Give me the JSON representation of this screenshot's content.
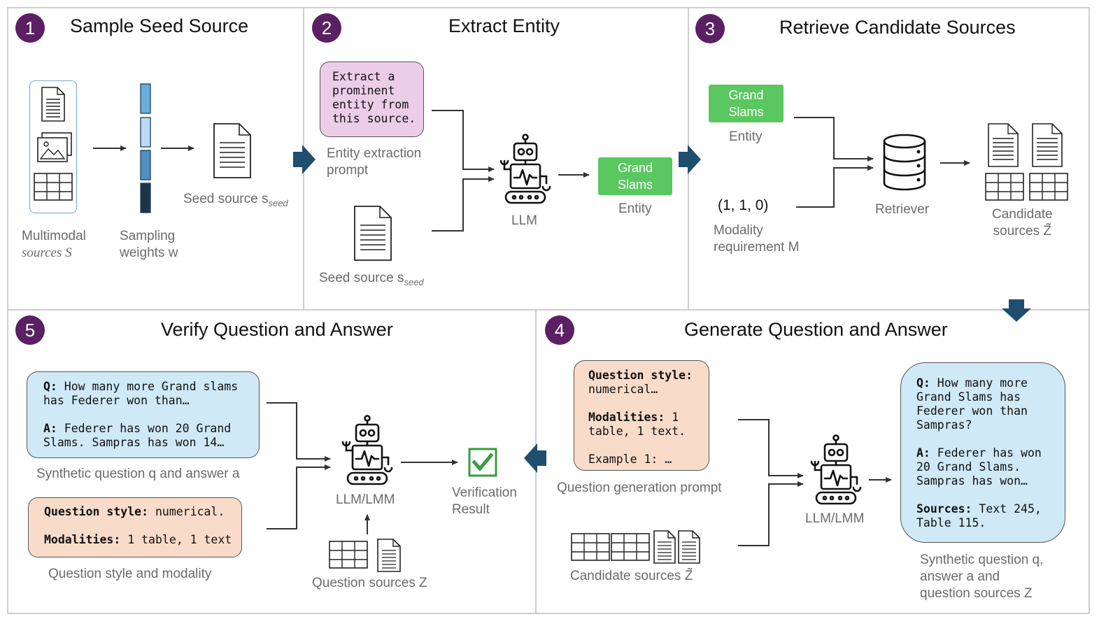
{
  "panels": [
    {
      "num": "1",
      "title": "Sample Seed Source"
    },
    {
      "num": "2",
      "title": "Extract Entity"
    },
    {
      "num": "3",
      "title": "Retrieve Candidate Sources"
    },
    {
      "num": "4",
      "title": "Generate Question and Answer"
    },
    {
      "num": "5",
      "title": "Verify Question and Answer"
    }
  ],
  "p1": {
    "multimodal_line1": "Multimodal",
    "multimodal_line2": "sources S",
    "weights_line1": "Sampling",
    "weights_line2": "weights w",
    "seed_label": "Seed source s",
    "seed_sub": "seed"
  },
  "p2": {
    "prompt_lines": [
      "Extract a",
      "prominent",
      "entity from",
      "this source."
    ],
    "prompt_cap1": "Entity extraction",
    "prompt_cap2": "prompt",
    "seed_label": "Seed source s",
    "seed_sub": "seed",
    "llm_label": "LLM",
    "entity_line1": "Grand",
    "entity_line2": "Slams",
    "entity_cap": "Entity"
  },
  "p3": {
    "entity_line1": "Grand",
    "entity_line2": "Slams",
    "entity_cap": "Entity",
    "modality_value": "(1, 1, 0)",
    "modality_cap1": "Modality",
    "modality_cap2": "requirement M",
    "retriever_label": "Retriever",
    "candidate_cap1": "Candidate",
    "candidate_cap2": "sources Z̃"
  },
  "p4": {
    "prompt": {
      "k1": "Question style:",
      "v1": "numerical…",
      "k2": "Modalities:",
      "v2": " 1",
      "v2b": "table, 1 text.",
      "v3": "Example 1: …"
    },
    "prompt_cap": "Question generation prompt",
    "candidate_cap": "Candidate sources Z̃",
    "llm_label": "LLM/LMM",
    "qa": {
      "q_key": "Q:",
      "q_lines": [
        " How many more",
        "Grand Slams has",
        "Federer won than",
        "Sampras?"
      ],
      "a_key": "A:",
      "a_lines": [
        " Federer has won",
        "20 Grand Slams.",
        "Sampras has won…"
      ],
      "s_key": "Sources:",
      "s_lines": [
        " Text 245,",
        "Table 115."
      ]
    },
    "qa_cap1": "Synthetic question q,",
    "qa_cap2": "answer a and",
    "qa_cap3": "question sources Z"
  },
  "p5": {
    "qa": {
      "q_key": "Q:",
      "q_line1": " How many more Grand slams",
      "q_line2": "has Federer won than…",
      "a_key": "A:",
      "a_line1": " Federer has won 20 Grand",
      "a_line2": "Slams. Sampras has won 14…"
    },
    "qa_cap": "Synthetic question q and answer a",
    "style": {
      "k1": "Question style:",
      "v1": " numerical.",
      "k2": "Modalities:",
      "v2": " 1 table, 1 text"
    },
    "style_cap": "Question style and modality",
    "llm_label": "LLM/LMM",
    "sources_cap": "Question sources Z",
    "verify_line1": "Verification",
    "verify_line2": "Result"
  },
  "colors": {
    "step_badge": "#5b1f63",
    "entity_green": "#5bc760",
    "prompt_pink": "#eccde8",
    "prompt_peach": "#f8dcc9",
    "qa_blue": "#cfe9f7",
    "flow_arrow": "#1f4e6e"
  }
}
